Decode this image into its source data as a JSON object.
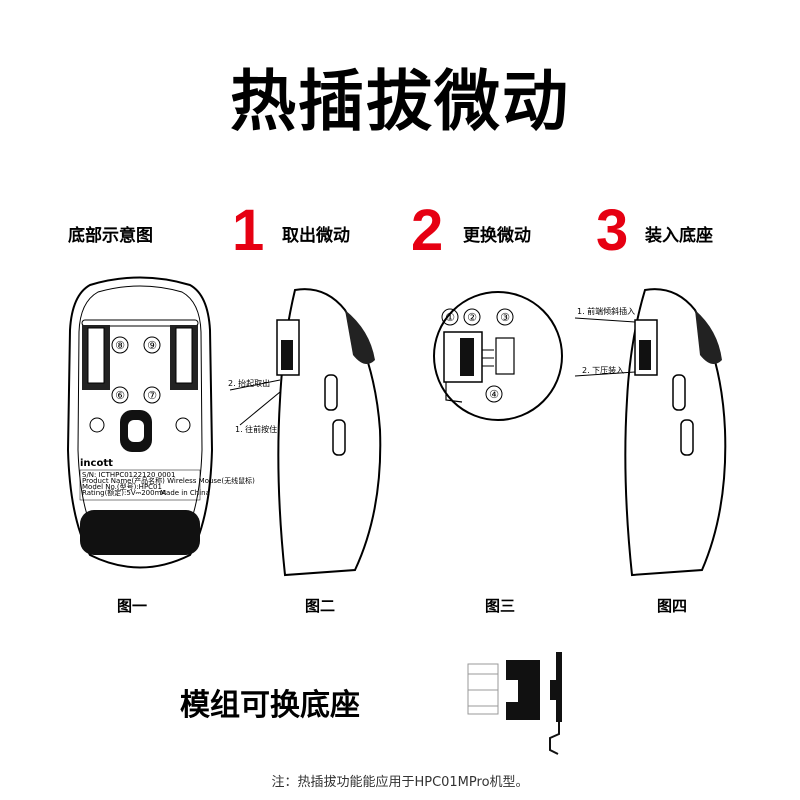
{
  "title": "热插拔微动",
  "steps": [
    {
      "label": "底部示意图"
    },
    {
      "number": "1",
      "label": "取出微动"
    },
    {
      "number": "2",
      "label": "更换微动"
    },
    {
      "number": "3",
      "label": "装入底座"
    }
  ],
  "figures": {
    "fig1": {
      "caption": "图一",
      "brand": "incott",
      "circles": [
        "⑧",
        "⑨",
        "⑥",
        "⑦"
      ],
      "label_lines": [
        "S/N: ICTHPC0122120 0001",
        "Product Name(产品名称) Wireless Mouse(无线鼠标)",
        "Model No.(型号):HPC01",
        "Rating(额定):5V⎓200mA",
        "Made in China"
      ]
    },
    "fig2": {
      "caption": "图二",
      "annotations": [
        "2. 抬起取出",
        "1. 往前按住"
      ]
    },
    "fig3": {
      "caption": "图三",
      "circles": [
        "①",
        "②",
        "③",
        "④"
      ]
    },
    "fig4": {
      "caption": "图四",
      "annotations": [
        "1. 前端倾斜插入",
        "2. 下压装入"
      ]
    }
  },
  "module_label": "模组可换底座",
  "note": "注：热插拔功能能应用于HPC01MPro机型。",
  "colors": {
    "accent_red": "#e60012",
    "ink": "#000000"
  }
}
